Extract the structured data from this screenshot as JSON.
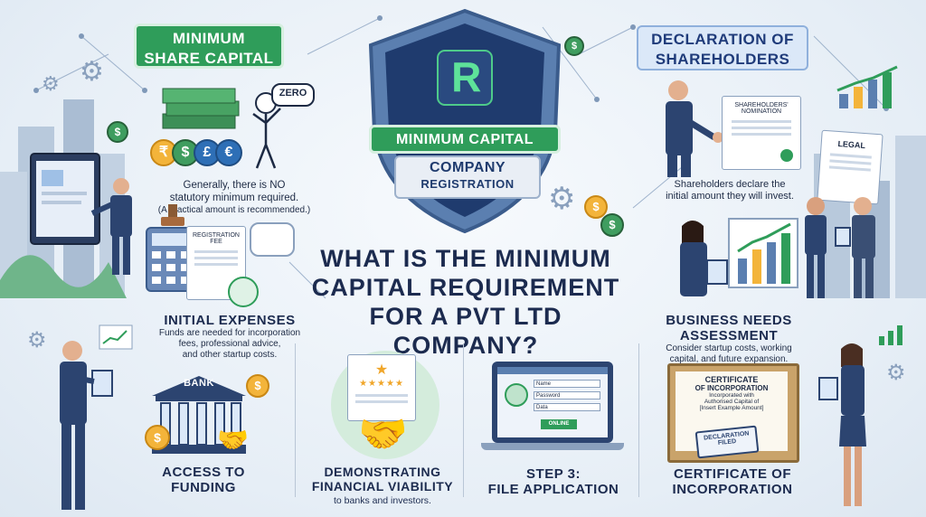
{
  "colors": {
    "accent_green": "#2f9d5a",
    "accent_blue": "#1f3b7a",
    "title_navy": "#1c2b4f",
    "coin_gold": "#f3b43a"
  },
  "top_left_badge": {
    "line1": "MINIMUM",
    "line2": "SHARE CAPITAL"
  },
  "top_right_badge": {
    "line1": "DECLARATION OF",
    "line2": "SHAREHOLDERS"
  },
  "shield": {
    "logo_letter": "R",
    "banner": "MINIMUM CAPITAL",
    "line1": "COMPANY",
    "line2": "REGISTRATION"
  },
  "main_title": {
    "line1": "WHAT IS THE MINIMUM",
    "line2": "CAPITAL REQUIREMENT",
    "line3": "FOR A PVT LTD COMPANY?"
  },
  "zero_bubble": "ZERO",
  "money_symbols": [
    "₹",
    "$",
    "£",
    "€"
  ],
  "share_capital_note": {
    "line1": "Generally, there is NO",
    "line2": "statutory minimum required.",
    "line3": "(A practical amount is recommended.)"
  },
  "registration_doc": {
    "line1": "REGISTRATION",
    "line2": "FEE"
  },
  "initial_expenses": {
    "title": "INITIAL EXPENSES",
    "line1": "Funds are needed for incorporation",
    "line2": "fees, professional advice,",
    "line3": "and other startup costs."
  },
  "shareholders_doc": {
    "line1": "SHAREHOLDERS'",
    "line2": "NOMINATION"
  },
  "legal_doc": "LEGAL",
  "shareholders_note": {
    "line1": "Shareholders declare the",
    "line2": "initial amount they will invest."
  },
  "business_needs": {
    "title1": "BUSINESS NEEDS",
    "title2": "ASSESSMENT",
    "line1": "Consider startup costs, working",
    "line2": "capital, and future expansion."
  },
  "bank_label": "BANK",
  "access_funding": {
    "line1": "ACCESS TO",
    "line2": "FUNDING"
  },
  "financial_viability": {
    "line1": "DEMONSTRATING",
    "line2": "FINANCIAL VIABILITY",
    "sub": "to banks and investors."
  },
  "laptop_form": {
    "field1": "Name",
    "field2": "Password",
    "field3": "Data",
    "button": "ONLINE"
  },
  "file_application": {
    "line1": "STEP 3:",
    "line2": "FILE APPLICATION"
  },
  "certificate_doc": {
    "title1": "CERTIFICATE",
    "title2": "OF INCORPORATION",
    "line1": "Incorporated with",
    "line2": "Authorised Capital of",
    "line3": "[Insert Example Amount]",
    "stamp1": "DECLARATION",
    "stamp2": "FILED"
  },
  "certificate_caption": {
    "line1": "CERTIFICATE OF",
    "line2": "INCORPORATION"
  }
}
